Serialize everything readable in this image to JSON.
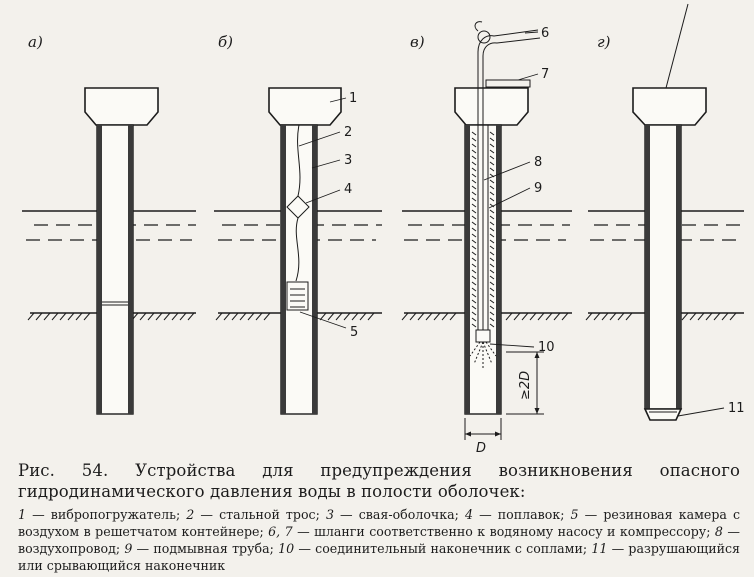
{
  "panels": [
    {
      "label": "а)"
    },
    {
      "label": "б)"
    },
    {
      "label": "в)"
    },
    {
      "label": "г)"
    }
  ],
  "callouts": [
    "1",
    "2",
    "3",
    "4",
    "5",
    "6",
    "7",
    "8",
    "9",
    "10",
    "11"
  ],
  "dimensions": {
    "diameter": "D",
    "depth": "≥2D"
  },
  "caption": {
    "title": "Рис. 54. Устройства для предупреждения возникновения опасного гидродинамического давления воды в полости оболочек:",
    "legend": [
      {
        "num": "1",
        "text": "вибропогружатель"
      },
      {
        "num": "2",
        "text": "стальной трос"
      },
      {
        "num": "3",
        "text": "свая-оболочка"
      },
      {
        "num": "4",
        "text": "поплавок"
      },
      {
        "num": "5",
        "text": "резиновая камера с воздухом в решетчатом контейнере"
      },
      {
        "num": "6, 7",
        "text": "шланги соответственно к водяному насосу и компрессору"
      },
      {
        "num": "8",
        "text": "воздухопровод"
      },
      {
        "num": "9",
        "text": "подмывная труба"
      },
      {
        "num": "10",
        "text": "соединительный наконечник с соплами"
      },
      {
        "num": "11",
        "text": "разрушающийся или срывающийся наконечник"
      }
    ]
  }
}
